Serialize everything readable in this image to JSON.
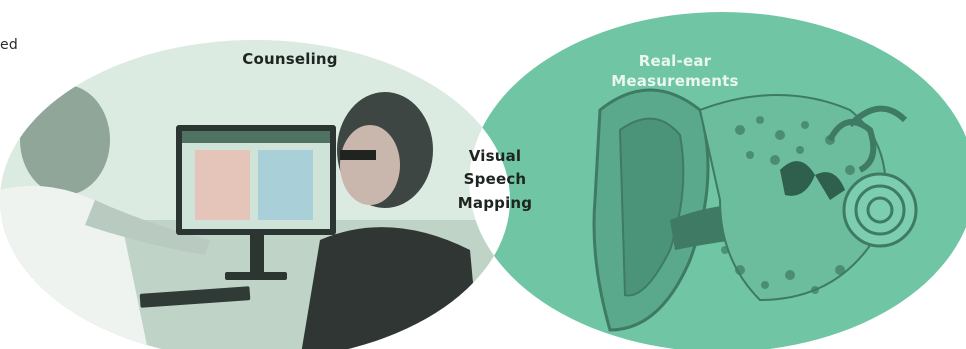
{
  "diagram": {
    "left_circle": {
      "label": "Counseling",
      "fill": "#cfe1d7"
    },
    "right_circle": {
      "label_line1": "Real-ear",
      "label_line2": "Measurements",
      "fill": "#6fc5a4"
    },
    "overlap": {
      "line1": "Visual",
      "line2": "Speech",
      "line3": "Mapping",
      "fill": "#ffffff"
    },
    "cut_off_text": "ed"
  }
}
